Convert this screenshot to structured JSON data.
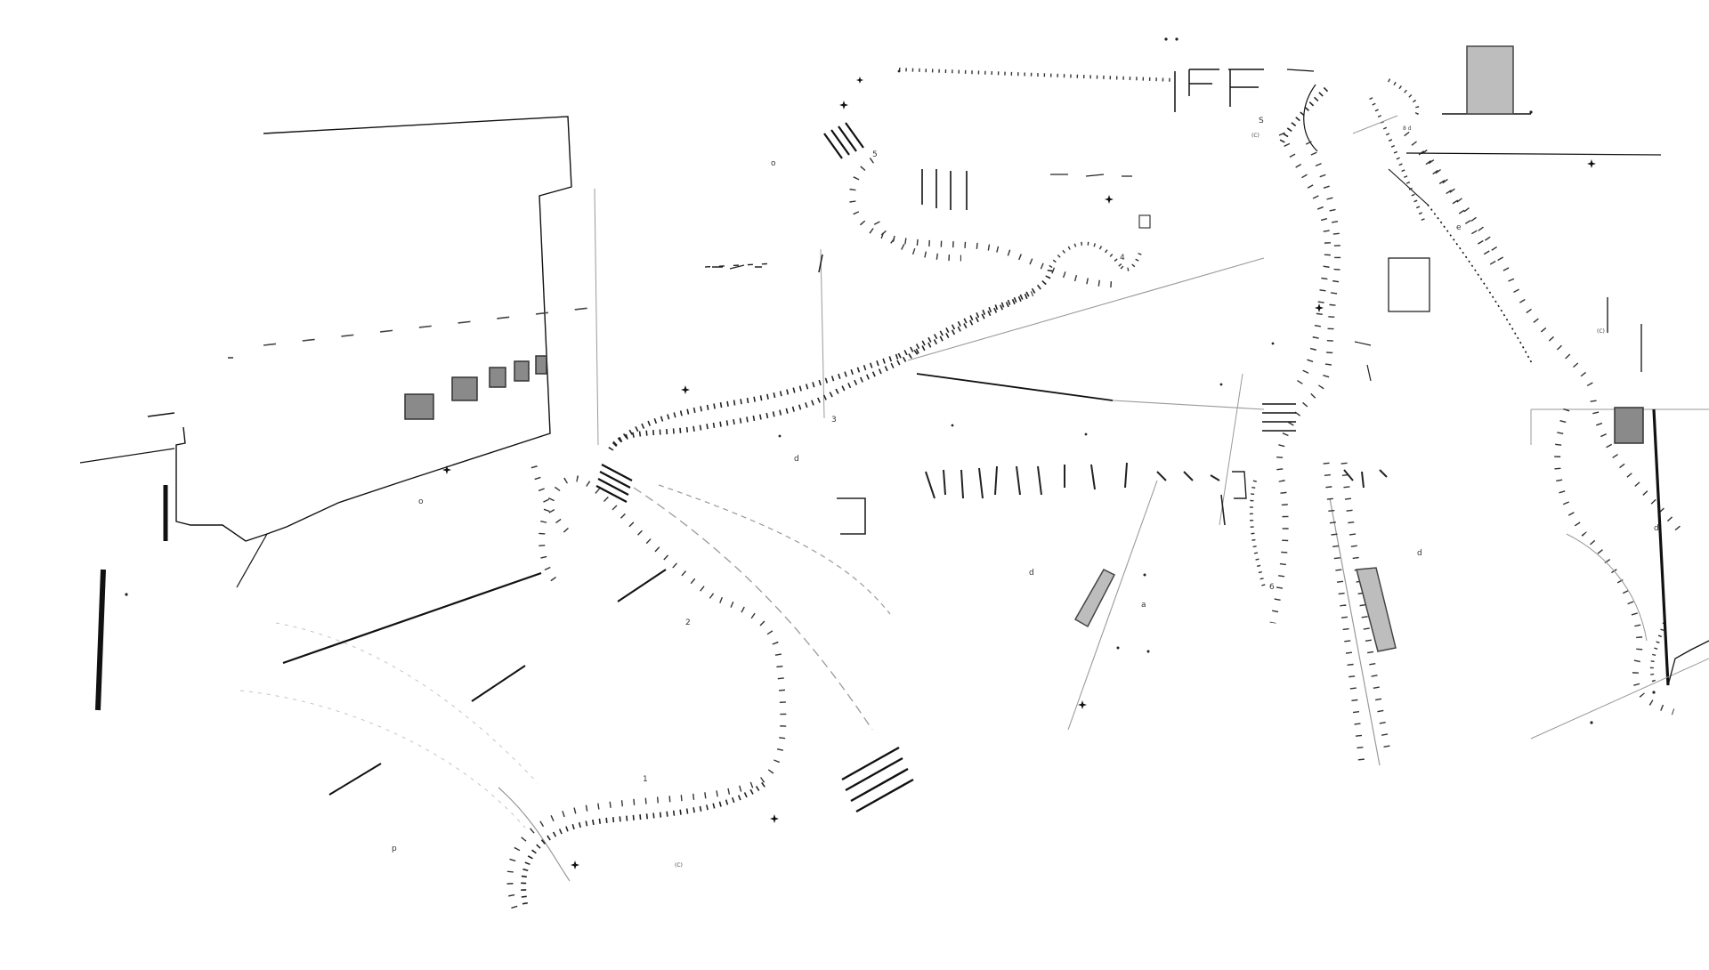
{
  "labels": {
    "n1": "1",
    "n2": "2",
    "n3": "3",
    "n4": "4",
    "n5": "5",
    "n6": "6",
    "s": "S",
    "c_top": "(C)",
    "c_bottom": "(C)",
    "c_right": "(C)",
    "d_mid": "d",
    "d_right": "d",
    "d_bottom": "d",
    "d_far": "d",
    "o_left": "o",
    "o_top": "o",
    "p": "p",
    "a": "a",
    "e": "e",
    "8d": "8 d"
  },
  "colors": {
    "ink": "#111111",
    "tone_dark": "#8a8a8a",
    "tone_light": "#bdbdbd",
    "background": "#ffffff"
  },
  "icons": {
    "compass_star": "four-point-star-icon",
    "crossing": "hatched-crossing-icon",
    "block": "shaded-block-icon"
  }
}
